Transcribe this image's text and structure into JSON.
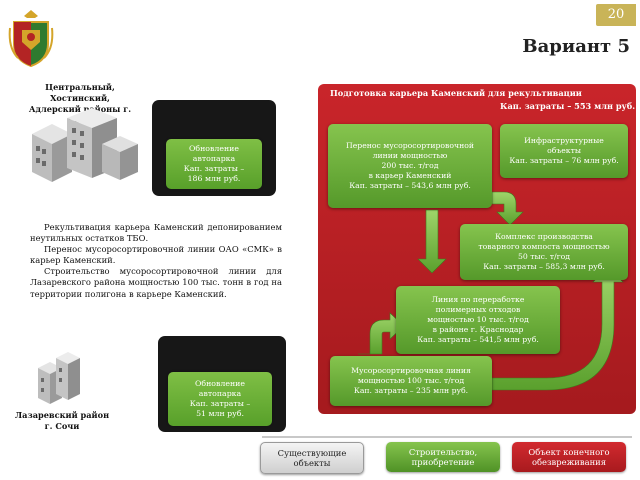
{
  "page_number": "20",
  "title": "Вариант 5",
  "region_top": [
    "Центральный, Хостинский,",
    "Адлерский районы г. Сочи"
  ],
  "region_bottom": [
    "Лазаревский район",
    "г. Сочи"
  ],
  "card_top": [
    "Обновление",
    "автопарка",
    "Кап. затраты –",
    "186 млн руб."
  ],
  "card_bottom": [
    "Обновление",
    "автопарка",
    "Кап. затраты –",
    "51 млн руб."
  ],
  "description": [
    "Рекультивация карьера Каменский депонированием неутильных остатков ТБО.",
    "Перенос мусоросортировочной линии ОАО «СМК» в карьер Каменский.",
    "Строительство мусоросортировочной линии для Лазаревского района мощностью 100 тыс. тонн в год на территории полигона в карьере Каменский."
  ],
  "panel": {
    "heading": "Подготовка карьера Каменский для рекультивации",
    "heading_cost": "Кап. затраты – 553 млн руб.",
    "box_transfer": [
      "Перенос мусоросортировочной",
      "линии мощностью",
      "200 тыс. т/год",
      "в карьер Каменский",
      "Кап. затраты – 543,6 млн руб."
    ],
    "box_infra": [
      "Инфраструктурные",
      "объекты",
      "Кап. затраты – 76 млн руб."
    ],
    "box_compost": [
      "Комплекс производства",
      "товарного компоста мощностью",
      "50 тыс. т/год",
      "Кап. затраты – 585,3 млн руб."
    ],
    "box_polymer": [
      "Линия по переработке",
      "полимерных отходов",
      "мощностью 10 тыс. т/год",
      "в районе г. Краснодар",
      "Кап. затраты – 541,5 млн руб."
    ],
    "box_sorting": [
      "Мусоросортировочная линия",
      "мощностью 100 тыс. т/год",
      "Кап. затраты – 235 млн руб."
    ]
  },
  "legend": {
    "existing": [
      "Существующие",
      "объекты"
    ],
    "construction": [
      "Строительство,",
      "приобретение"
    ],
    "final": [
      "Объект конечного",
      "обезвреживания"
    ]
  },
  "colors": {
    "panel_red": "#b81f24",
    "card_green": "#6aae38",
    "dark_box": "#171717",
    "badge_gold": "#c9b458"
  }
}
